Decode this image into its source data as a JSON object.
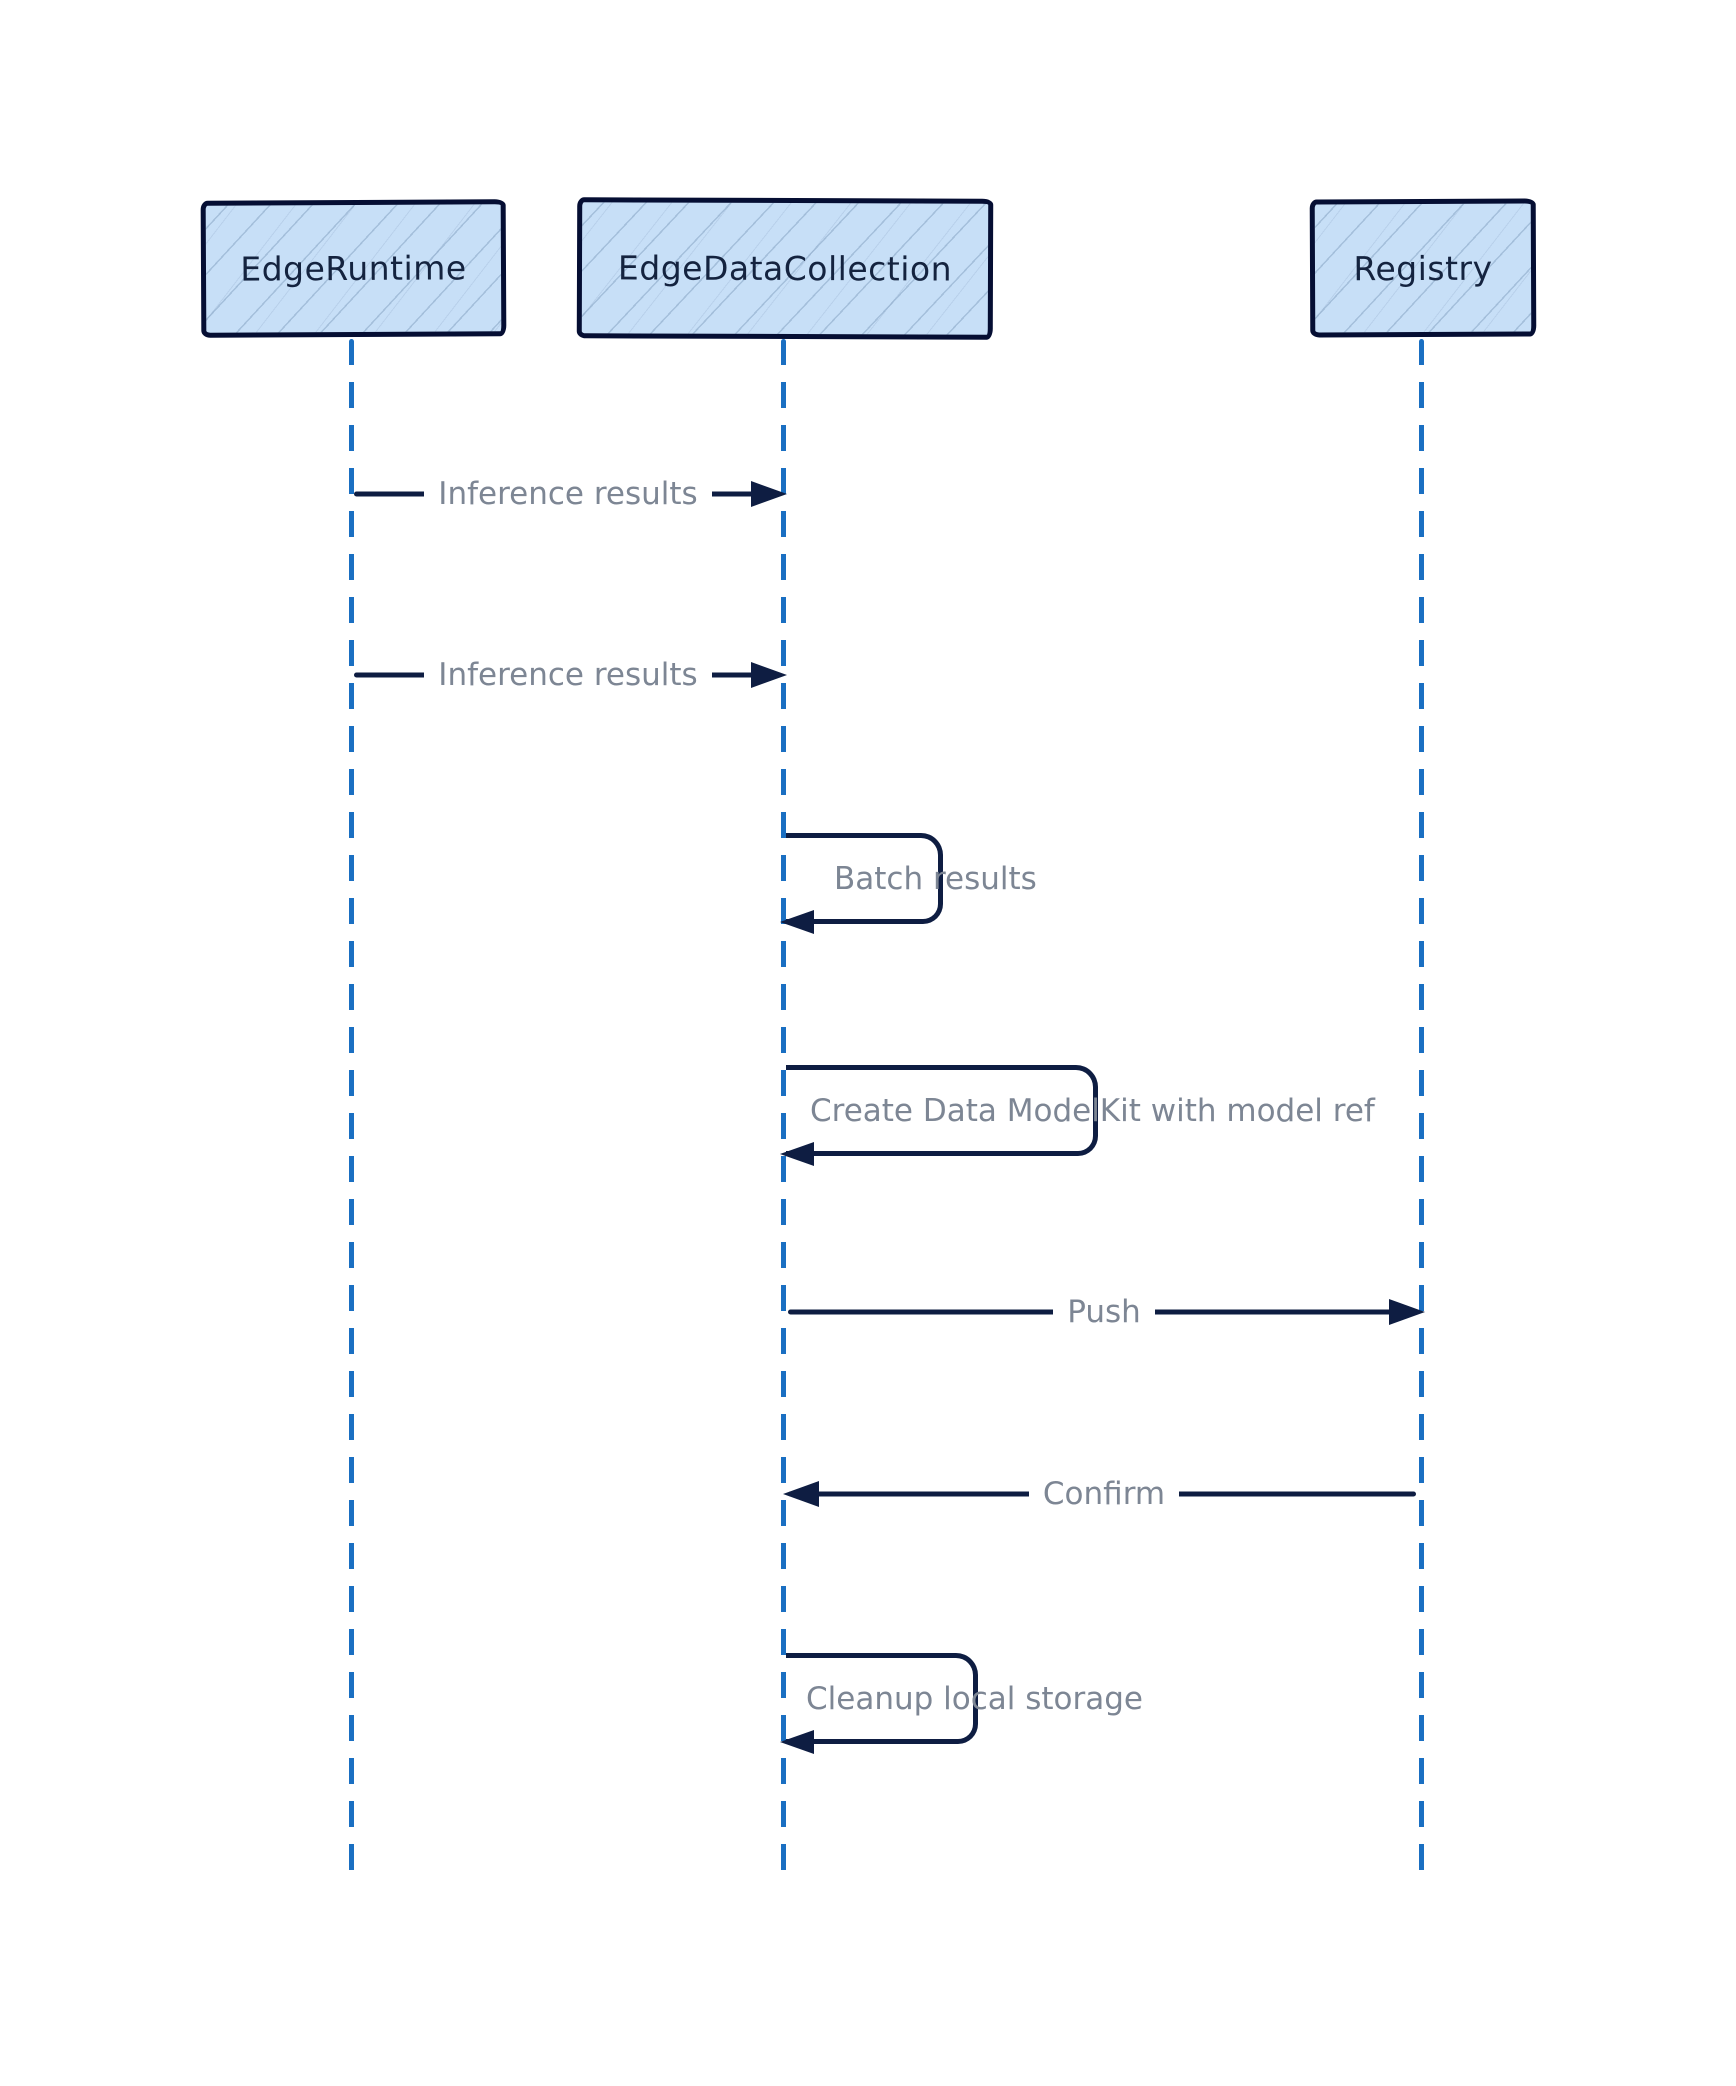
{
  "diagram": {
    "type": "sequence-diagram",
    "actors": [
      {
        "id": "edge-runtime",
        "label": "EdgeRuntime"
      },
      {
        "id": "edge-data-collection",
        "label": "EdgeDataCollection"
      },
      {
        "id": "registry",
        "label": "Registry"
      }
    ],
    "messages": [
      {
        "from": "EdgeRuntime",
        "to": "EdgeDataCollection",
        "label": "Inference results",
        "kind": "arrow-right"
      },
      {
        "from": "EdgeRuntime",
        "to": "EdgeDataCollection",
        "label": "Inference results",
        "kind": "arrow-right"
      },
      {
        "from": "EdgeDataCollection",
        "to": "EdgeDataCollection",
        "label": "Batch results",
        "kind": "self-loop"
      },
      {
        "from": "EdgeDataCollection",
        "to": "EdgeDataCollection",
        "label": "Create Data ModelKit with model ref",
        "kind": "self-loop"
      },
      {
        "from": "EdgeDataCollection",
        "to": "Registry",
        "label": "Push",
        "kind": "arrow-right"
      },
      {
        "from": "Registry",
        "to": "EdgeDataCollection",
        "label": "Confirm",
        "kind": "arrow-left"
      },
      {
        "from": "EdgeDataCollection",
        "to": "EdgeDataCollection",
        "label": "Cleanup local storage",
        "kind": "self-loop"
      }
    ],
    "colors": {
      "actor_fill": "#c7dff7",
      "actor_border": "#050e33",
      "actor_text": "#14233f",
      "lifeline": "#1a6fc2",
      "arrow": "#0e1d42",
      "message_text": "#7d8694",
      "background": "#ffffff"
    }
  }
}
